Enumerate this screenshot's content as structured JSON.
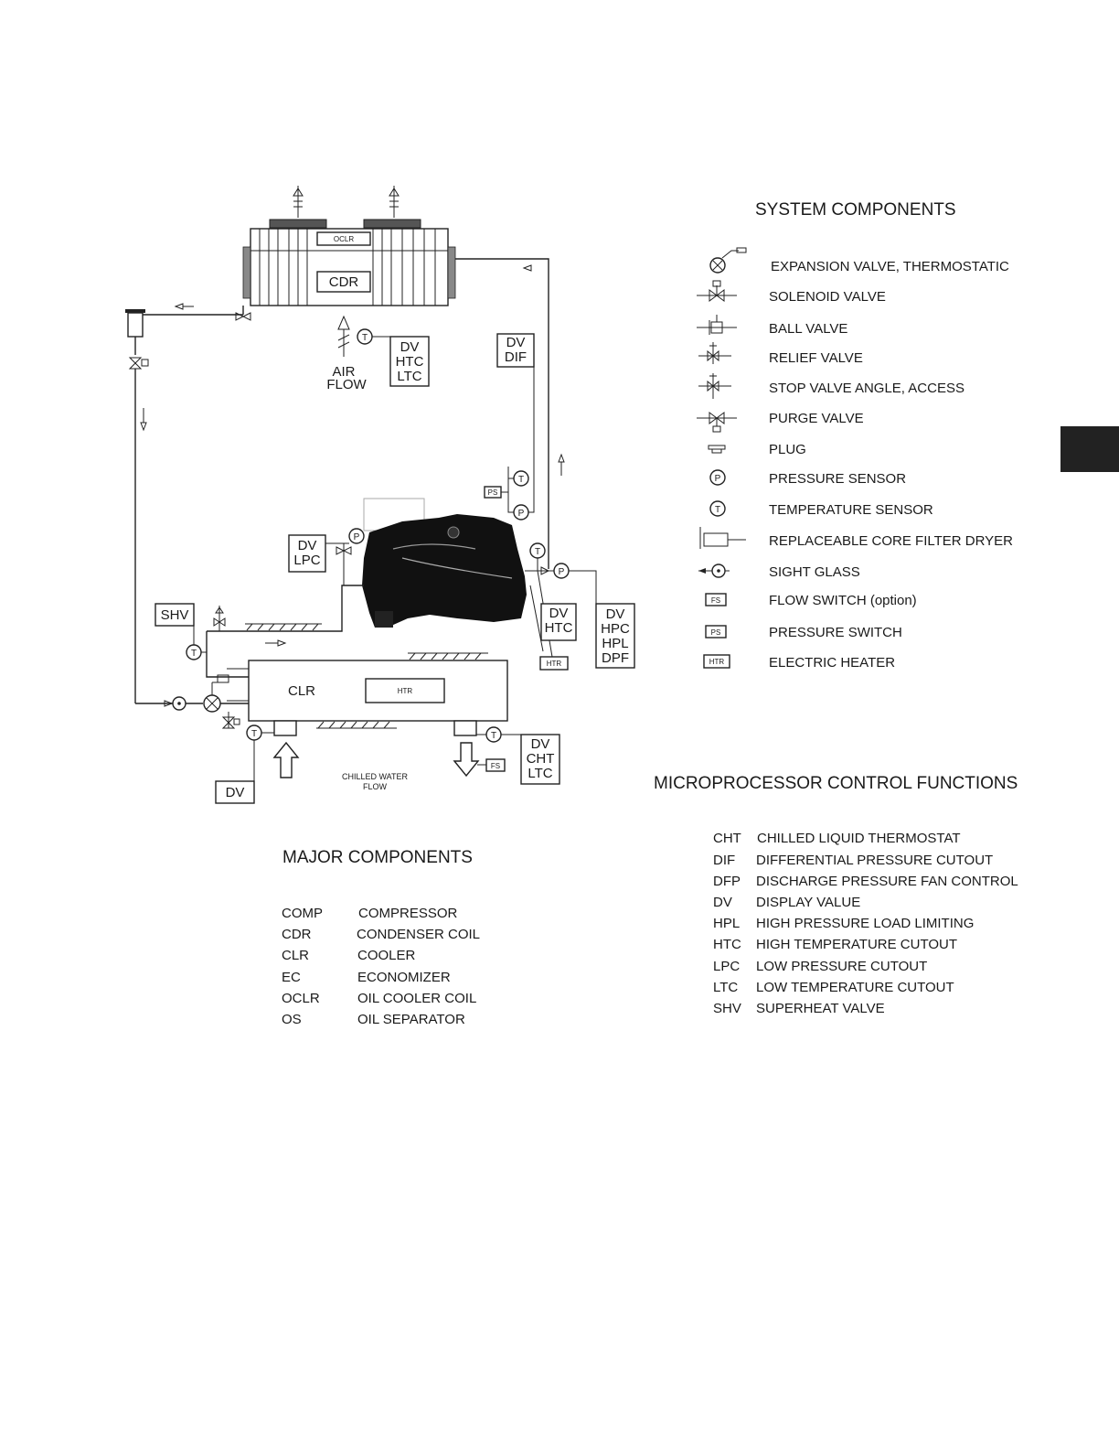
{
  "page_tab_color": "#222222",
  "diagram": {
    "labels": {
      "oclr": "OCLR",
      "cdr": "CDR",
      "air_flow_1": "AIR",
      "air_flow_2": "FLOW",
      "clr": "CLR",
      "htr": "HTR",
      "chilled_water_1": "CHILLED WATER",
      "chilled_water_2": "FLOW",
      "shv": "SHV",
      "dv_bottom": "DV",
      "box_dv_htc_ltc": [
        "DV",
        "HTC",
        "LTC"
      ],
      "box_dv_dif": [
        "DV",
        "DIF"
      ],
      "box_dv_lpc": [
        "DV",
        "LPC"
      ],
      "box_dv_htc": [
        "DV",
        "HTC"
      ],
      "box_dv_hpc": [
        "DV",
        "HPC",
        "HPL",
        "DPF"
      ],
      "box_dv_cht": [
        "DV",
        "CHT",
        "LTC"
      ],
      "fs": "FS",
      "ps": "PS",
      "t": "T",
      "p": "P"
    }
  },
  "system_components": {
    "title": "SYSTEM COMPONENTS",
    "items": [
      {
        "icon": "expansion-valve-icon",
        "label": "EXPANSION VALVE, THERMOSTATIC"
      },
      {
        "icon": "solenoid-valve-icon",
        "label": "SOLENOID VALVE"
      },
      {
        "icon": "ball-valve-icon",
        "label": "BALL VALVE"
      },
      {
        "icon": "relief-valve-icon",
        "label": "RELIEF VALVE"
      },
      {
        "icon": "stop-valve-icon",
        "label": "STOP VALVE ANGLE, ACCESS"
      },
      {
        "icon": "purge-valve-icon",
        "label": "PURGE VALVE"
      },
      {
        "icon": "plug-icon",
        "label": "PLUG"
      },
      {
        "icon": "pressure-sensor-icon",
        "label": "PRESSURE SENSOR"
      },
      {
        "icon": "temperature-sensor-icon",
        "label": "TEMPERATURE SENSOR"
      },
      {
        "icon": "filter-dryer-icon",
        "label": "REPLACEABLE CORE FILTER DRYER"
      },
      {
        "icon": "sight-glass-icon",
        "label": "SIGHT GLASS"
      },
      {
        "icon": "flow-switch-icon",
        "label": "FLOW SWITCH  (option)"
      },
      {
        "icon": "pressure-switch-icon",
        "label": "PRESSURE SWITCH"
      },
      {
        "icon": "electric-heater-icon",
        "label": "ELECTRIC HEATER"
      }
    ],
    "icon_text": {
      "p": "P",
      "t": "T",
      "fs": "FS",
      "ps": "PS",
      "htr": "HTR"
    }
  },
  "major_components": {
    "title": "MAJOR COMPONENTS",
    "items": [
      {
        "code": "COMP",
        "desc": "COMPRESSOR"
      },
      {
        "code": "CDR",
        "desc": "CONDENSER COIL"
      },
      {
        "code": "CLR",
        "desc": "COOLER"
      },
      {
        "code": "EC",
        "desc": "ECONOMIZER"
      },
      {
        "code": "OCLR",
        "desc": "OIL COOLER COIL"
      },
      {
        "code": "OS",
        "desc": "OIL SEPARATOR"
      }
    ]
  },
  "control_functions": {
    "title": "MICROPROCESSOR CONTROL FUNCTIONS",
    "items": [
      {
        "code": "CHT",
        "desc": "CHILLED LIQUID THERMOSTAT"
      },
      {
        "code": "DIF",
        "desc": "DIFFERENTIAL PRESSURE CUTOUT"
      },
      {
        "code": "DFP",
        "desc": "DISCHARGE PRESSURE FAN CONTROL"
      },
      {
        "code": "DV",
        "desc": "DISPLAY VALUE"
      },
      {
        "code": "HPL",
        "desc": "HIGH PRESSURE LOAD LIMITING"
      },
      {
        "code": "HTC",
        "desc": "HIGH TEMPERATURE CUTOUT"
      },
      {
        "code": "LPC",
        "desc": "LOW PRESSURE CUTOUT"
      },
      {
        "code": "LTC",
        "desc": "LOW TEMPERATURE CUTOUT"
      },
      {
        "code": "SHV",
        "desc": "SUPERHEAT VALVE"
      }
    ]
  }
}
